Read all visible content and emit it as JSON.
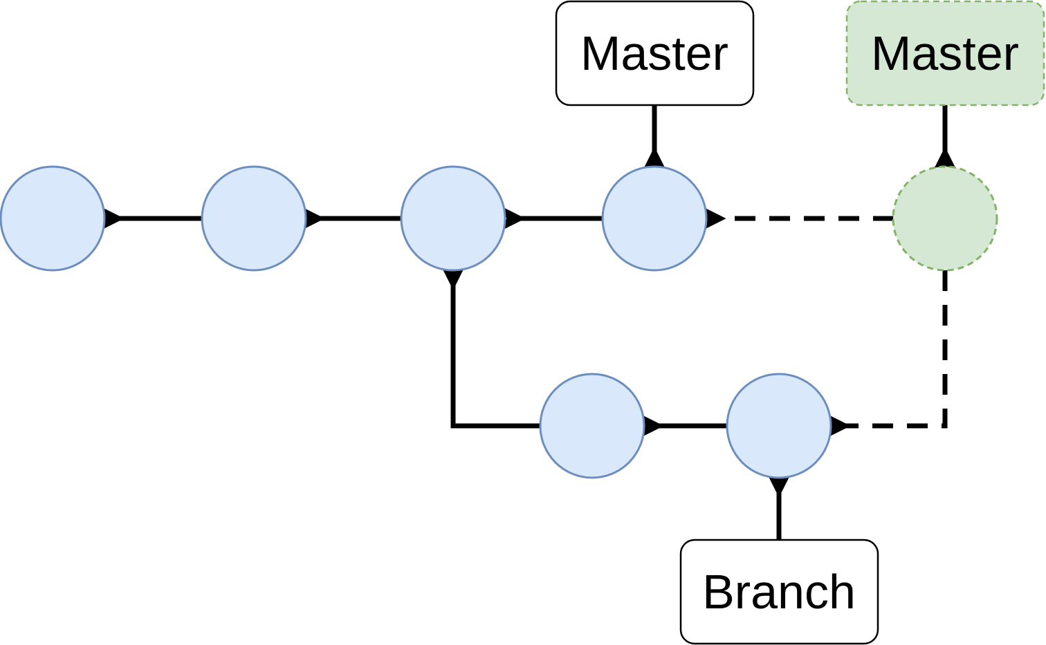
{
  "labels": {
    "master": "Master",
    "master_new": "Master",
    "branch": "Branch"
  },
  "colors": {
    "commit_fill": "#dae8fc",
    "commit_stroke": "#6c8ebf",
    "new_fill": "#d5e8d4",
    "new_stroke": "#82b366",
    "label_fill": "#ffffff",
    "label_stroke": "#000000",
    "edge": "#000000"
  },
  "nodes": [
    {
      "id": "c1",
      "kind": "commit"
    },
    {
      "id": "c2",
      "kind": "commit"
    },
    {
      "id": "c3",
      "kind": "commit"
    },
    {
      "id": "c4",
      "kind": "commit"
    },
    {
      "id": "b1",
      "kind": "commit"
    },
    {
      "id": "b2",
      "kind": "commit"
    },
    {
      "id": "m_new",
      "kind": "new-commit"
    }
  ],
  "edges": [
    {
      "from": "c2",
      "to": "c1",
      "style": "solid"
    },
    {
      "from": "c3",
      "to": "c2",
      "style": "solid"
    },
    {
      "from": "c4",
      "to": "c3",
      "style": "solid"
    },
    {
      "from": "m_new",
      "to": "c4",
      "style": "dashed"
    },
    {
      "from": "b1",
      "to": "c3",
      "style": "solid"
    },
    {
      "from": "b2",
      "to": "b1",
      "style": "solid"
    },
    {
      "from": "m_new",
      "to": "b2",
      "style": "dashed"
    },
    {
      "from": "master-label",
      "to": "c4",
      "style": "solid"
    },
    {
      "from": "master-new-label",
      "to": "m_new",
      "style": "solid"
    },
    {
      "from": "branch-label",
      "to": "b2",
      "style": "solid"
    }
  ]
}
